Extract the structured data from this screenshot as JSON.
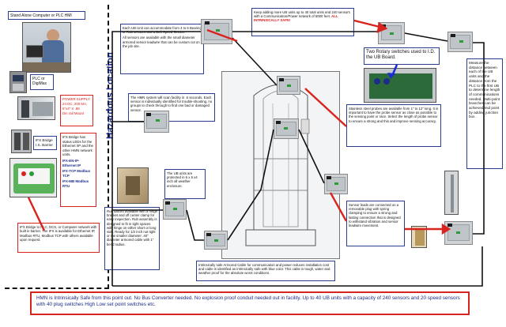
{
  "stand_alone_label": "Stand Alone Computer or PLC HMI",
  "plc_label": "PLC or DigiMax",
  "power_supply": {
    "title": "POWER SUPPLY",
    "l1": "24 DC, 200 MA,",
    "l2": "6\"x4\" X .88",
    "l3": "Din rail Mount"
  },
  "ifx_barrier": {
    "l1": "IFX Bridge",
    "l2": "I.S. Barrier"
  },
  "ifx_bridge_text": {
    "intro": "IFX Bridge has status LEDs for the Ethernet /IP and the other HMN network units.",
    "p1": "IFX-EN-IP- Ethernet IP",
    "p2": "IFX-TCP Modbus TCP",
    "p3": "IFX-MB Modbus RTU"
  },
  "ifx_plc_text": "IFX Bridge to PLC, DCS, or Computer network with built in barrier. The IFX is available for Ethernet IP, Modbus RTU, Modbus TCP with others available upon request.",
  "vertical_title": "Hazardous Location",
  "ub_capacity_text": {
    "p1": "Each UB Unit can accommodate from 4 to 6 Bearing or Rub sensors and a Belt Speed Sensor.",
    "p2": "All sensors are available with the small diameter armored sensor leadwire that can be custom cut on the job site."
  },
  "scan_text": "The HMN system will scan facility in .6 seconds. Each sensor is individually identified for trouble-shooting, no groups to check through to find one bad or damaged sensor.",
  "network_text": {
    "main": "Keep adding more UB units up to 40 total units and 240 sensors with a Communication/Power network of 5000 feet.",
    "red": "ALL INTRINSICALLY SAFE!"
  },
  "rotary_text": "Two Rotary switches used to I.D. the UB Board.",
  "distance_text": "Measure the distance between each of the UB units and the distance from the PLC to the first UB to determine length of communications needed. Multi-point branches can be achieved mid point by adding junction box .",
  "ub_units_text": "The UB units are protected in 6 x 6 x4 inch all weather enclosure.",
  "rub_block_text": "Rub Blocks available with a hinge bracket and off center clamp for easy inspection. Rub assembly is designed to fit in tight spaces with hinge on either short or long side. Ready for 1/2 inch nut tight or the smaller diameter .40\" diameter armored cable with 1\" bend radius.",
  "probe_text": "Stainless steel probes are available from 1\" to 12\" long. It is important to have the probe sensor as close as possible to the sensing point or race. Select the length of probe sensor to ensure a strong and this and improve sensing accuracy.",
  "sensor_lead_text": "Sensor leads are connected on a removable plug with spring clamping to ensure a strong and lasting connection that is designed to withstand vibration and sensor leadwire movement.",
  "cable_text": "Intrinsically safe Armored Cable for communication and power reduces installation cost and cable is identified as intrinsically safe with blue color. This cable is tough, water and weather proof for the absolute worst conditions.",
  "bottom_banner": "HMN is Intrinsically Safe from this point out. No Bus Converter needed. No explosion proof conduit needed out in facility. Up to 40 UB units with a capacity of 240 sensors and 20 speed sensors with 40 plug switches High Low set point switches etc.",
  "colors": {
    "red": "#d8231f",
    "blue": "#1d2b8a",
    "cable": "#111111"
  }
}
